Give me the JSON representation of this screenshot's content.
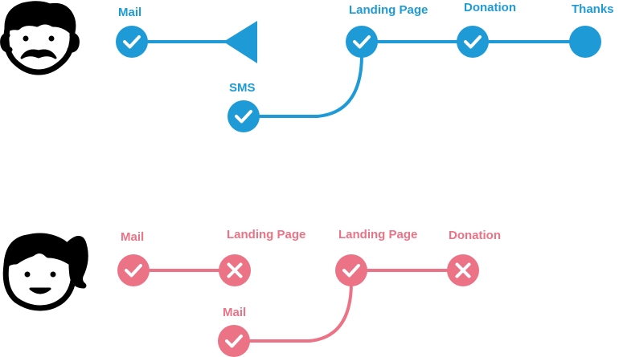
{
  "colors": {
    "male_journey": "#1E9BD7",
    "female_journey": "#EC7285",
    "background": "#FFFFFF",
    "avatar_stroke": "#000000"
  },
  "male_journey": {
    "avatar_icon": "man-with-mustache-icon",
    "steps": [
      {
        "label": "Mail",
        "status": "completed",
        "icon": "check-icon"
      },
      {
        "label": "SMS",
        "status": "completed",
        "icon": "check-icon"
      },
      {
        "label": "Landing Page",
        "status": "completed",
        "icon": "check-icon"
      },
      {
        "label": "Donation",
        "status": "completed",
        "icon": "check-icon"
      },
      {
        "label": "Thanks",
        "status": "reached",
        "icon": "filled-circle"
      }
    ],
    "branch_marker_icon": "arrow-back-icon"
  },
  "female_journey": {
    "avatar_icon": "girl-with-ponytail-icon",
    "steps": [
      {
        "label": "Mail",
        "status": "completed",
        "icon": "check-icon"
      },
      {
        "label": "Landing Page",
        "status": "failed",
        "icon": "cross-icon"
      },
      {
        "label": "Mail",
        "status": "completed",
        "icon": "check-icon"
      },
      {
        "label": "Landing Page",
        "status": "completed",
        "icon": "check-icon"
      },
      {
        "label": "Donation",
        "status": "failed",
        "icon": "cross-icon"
      }
    ]
  }
}
